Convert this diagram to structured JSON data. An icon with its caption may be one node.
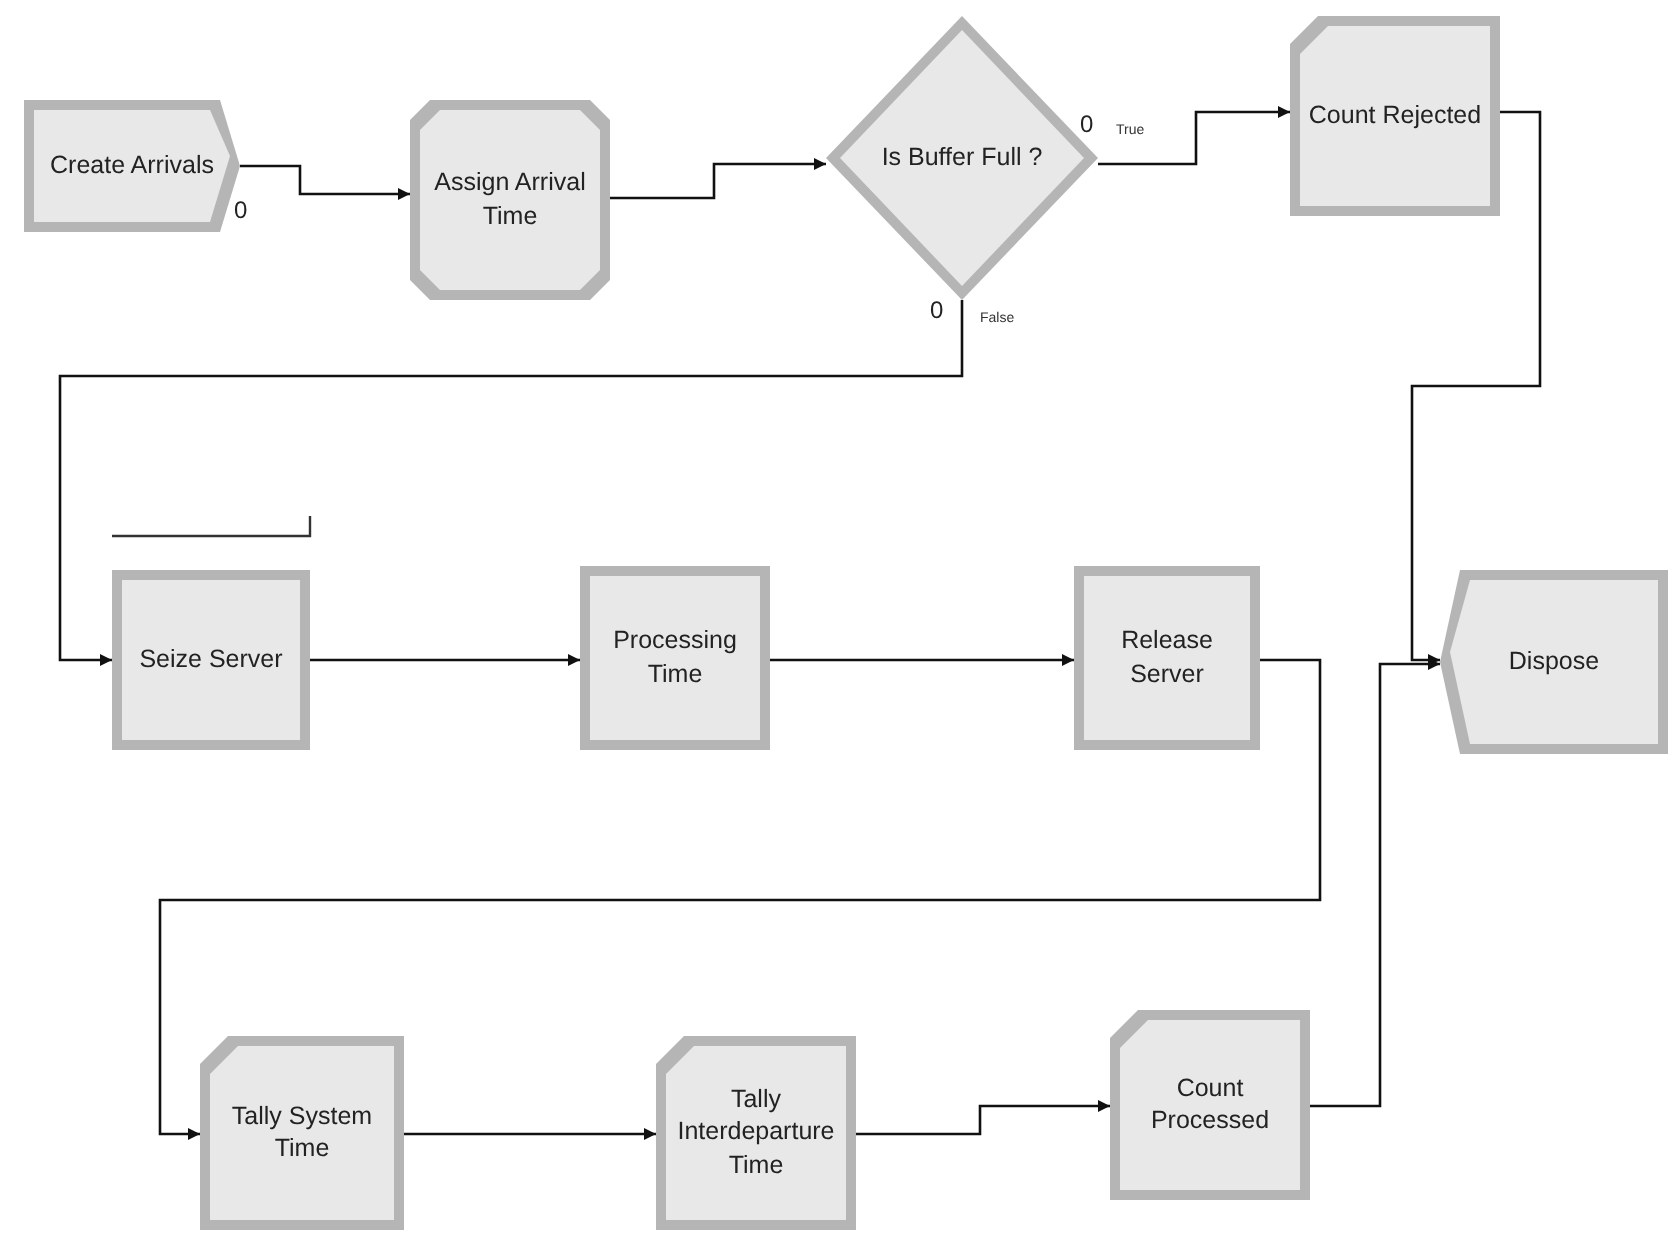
{
  "diagram": {
    "nodes": [
      {
        "text": [
          "Create Arrivals"
        ]
      },
      {
        "text": [
          "Assign Arrival Time"
        ]
      },
      {
        "text": [
          "Is Buffer Full ?"
        ]
      },
      {
        "text": [
          "Count Rejected"
        ]
      },
      {
        "text": [
          "Seize Server"
        ]
      },
      {
        "text": [
          "Processing Time"
        ]
      },
      {
        "text": [
          "Release Server"
        ]
      },
      {
        "text": [
          "Dispose"
        ]
      },
      {
        "text": [
          "Tally System Time"
        ]
      },
      {
        "text": [
          "Tally Interdeparture Time"
        ]
      },
      {
        "text": [
          "Count Processed"
        ]
      }
    ],
    "edges": [
      {
        "from": 0,
        "to": 1,
        "arrow": "to"
      },
      {
        "from": 1,
        "to": 2,
        "arrow": "to"
      },
      {
        "from": 2,
        "to": 3,
        "arrow": "to",
        "label": "True"
      },
      {
        "from": 2,
        "to": 4,
        "arrow": "to",
        "label": "False"
      },
      {
        "from": 3,
        "to": 7,
        "arrow": "to"
      },
      {
        "from": 4,
        "to": 5,
        "arrow": "to"
      },
      {
        "from": 5,
        "to": 6,
        "arrow": "to"
      },
      {
        "from": 6,
        "to": 8,
        "arrow": "to"
      },
      {
        "from": 8,
        "to": 9,
        "arrow": "to"
      },
      {
        "from": 9,
        "to": 10,
        "arrow": "to"
      },
      {
        "from": 10,
        "to": 7,
        "arrow": "to"
      }
    ],
    "labels": [
      "0",
      "0",
      "0"
    ]
  }
}
